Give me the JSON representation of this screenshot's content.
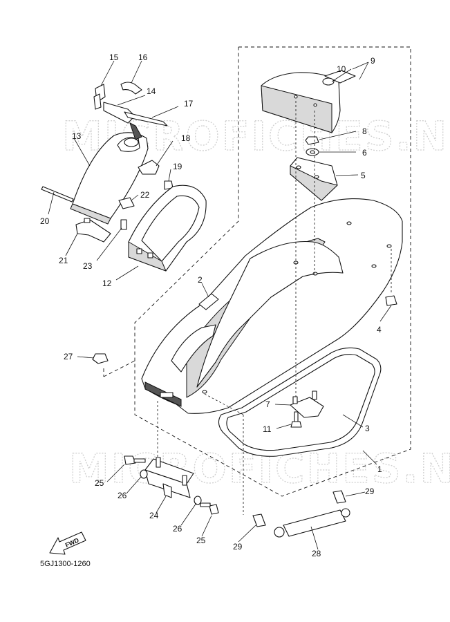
{
  "watermarks": [
    "MICROFICHES.NET",
    "MICROFICHES.NET"
  ],
  "diagram_code": "5GJ1300-1260",
  "forward_label": "FWD",
  "callouts": [
    "1",
    "2",
    "3",
    "4",
    "5",
    "6",
    "7",
    "8",
    "9",
    "10",
    "11",
    "12",
    "13",
    "14",
    "15",
    "16",
    "17",
    "18",
    "19",
    "20",
    "21",
    "22",
    "23",
    "24",
    "25",
    "25",
    "26",
    "26",
    "27",
    "28",
    "29",
    "29"
  ]
}
